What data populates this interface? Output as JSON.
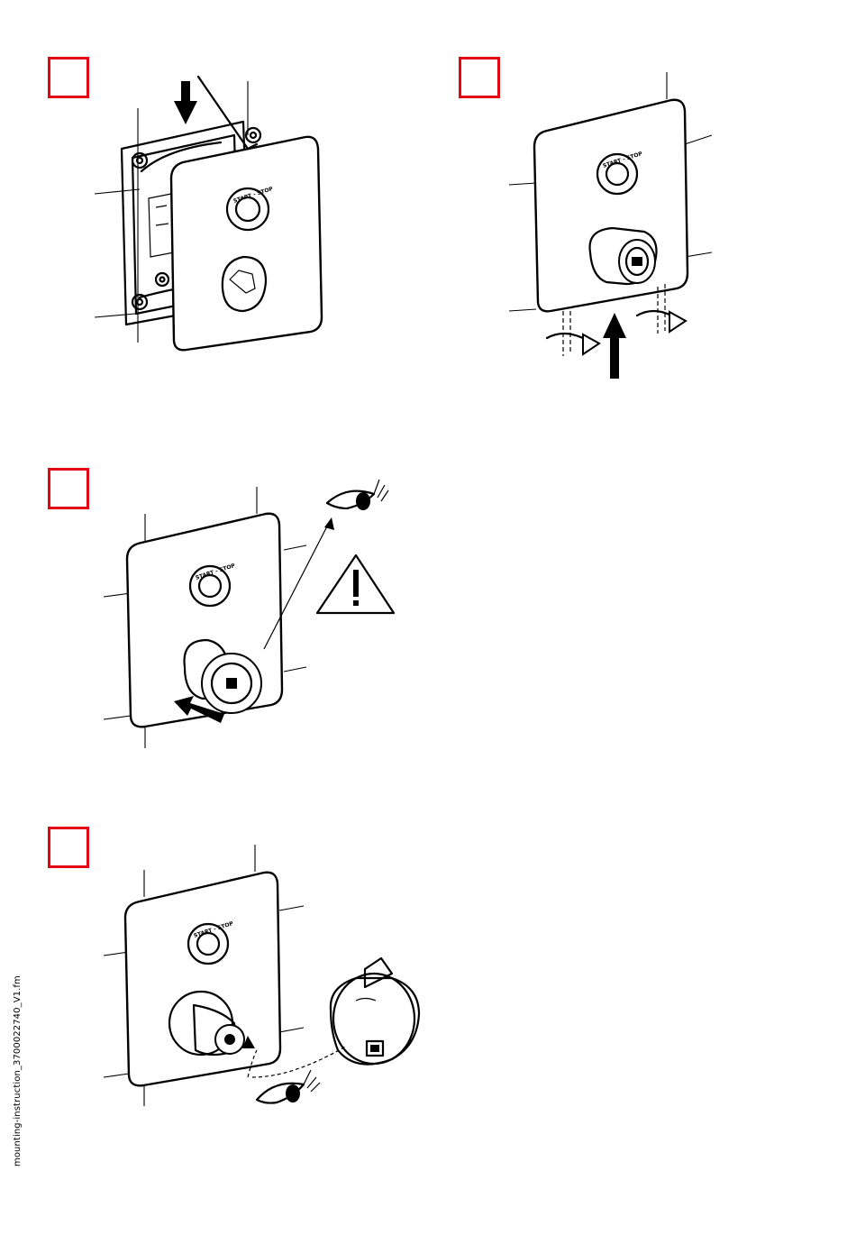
{
  "steps": [
    {
      "id": "step-1",
      "button_label": "START - STOP"
    },
    {
      "id": "step-2",
      "button_label": "START - STOP"
    },
    {
      "id": "step-3",
      "button_label": "START - STOP"
    },
    {
      "id": "step-4",
      "button_label": "START - STOP"
    }
  ],
  "colors": {
    "step_box_border": "#e30613",
    "line": "#000000"
  },
  "footer": {
    "filename": "mounting-instruction_3700022740_V1.fm"
  }
}
